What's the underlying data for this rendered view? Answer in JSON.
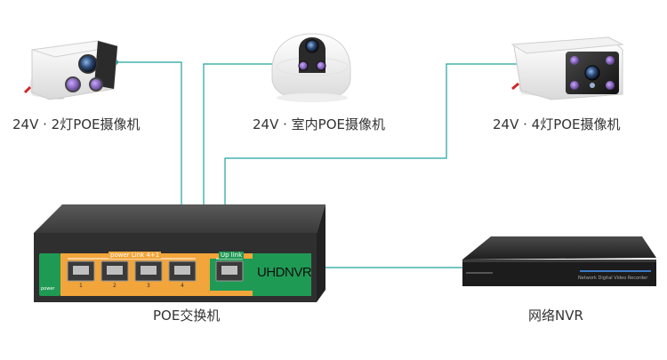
{
  "cameras": [
    {
      "label": "24V · 2灯POE摄像机",
      "type": "bullet-2-light"
    },
    {
      "label": "24V · 室内POE摄像机",
      "type": "indoor-dome"
    },
    {
      "label": "24V · 4灯POE摄像机",
      "type": "bullet-4-light"
    }
  ],
  "switch": {
    "label": "POE交换机",
    "brand": "UHDNVR",
    "power_link_text": "power Link 4+1",
    "uplink_text": "Up link",
    "power_text": "power",
    "port_numbers": [
      "1",
      "2",
      "3",
      "4"
    ]
  },
  "nvr": {
    "label": "网络NVR",
    "front_text": "Network Digital Video Recorder"
  },
  "colors": {
    "cable": "#1fa39c",
    "switch_body": "#333333",
    "switch_panel": "#f2a53a",
    "switch_green": "#1f9a54",
    "nvr_body": "#1c1c1c",
    "label_text": "#333333"
  }
}
